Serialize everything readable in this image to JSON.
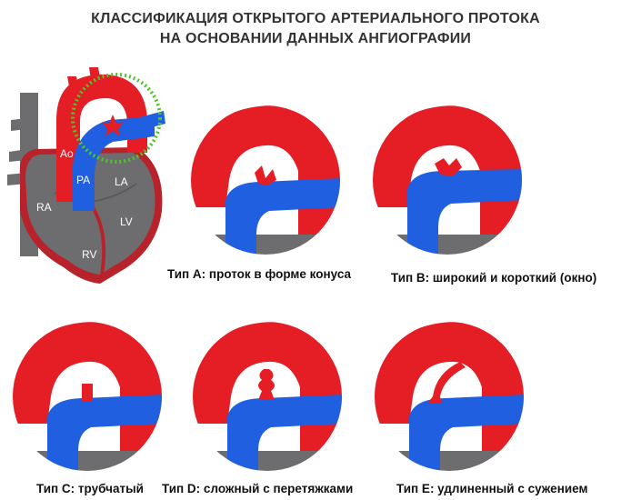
{
  "title": {
    "line1": "КЛАССИФИКАЦИЯ ОТКРЫТОГО АРТЕРИАЛЬНОГО ПРОТОКА",
    "line2": "НА ОСНОВАНИИ ДАННЫХ АНГИОГРАФИИ"
  },
  "heart": {
    "labels": {
      "ao": "Ao",
      "pa": "PA",
      "la": "LA",
      "ra": "RA",
      "lv": "LV",
      "rv": "RV"
    }
  },
  "panels": [
    {
      "id": "A",
      "caption": "Тип А: проток в форме конуса"
    },
    {
      "id": "B",
      "caption": "Тип В: широкий и короткий (окно)"
    },
    {
      "id": "C",
      "caption": "Тип С: трубчатый"
    },
    {
      "id": "D",
      "caption": "Тип D: сложный с перетяжками"
    },
    {
      "id": "E",
      "caption": "Тип Е: удлиненный с сужением"
    }
  ],
  "colors": {
    "aorta_red": "#e51e25",
    "pulmonary_blue": "#1f5fe0",
    "heart_gray": "#6d6d6f",
    "heart_dark": "#5a5a5c",
    "highlight_green": "#4cc62a",
    "heart_border_red": "#b8232b"
  }
}
